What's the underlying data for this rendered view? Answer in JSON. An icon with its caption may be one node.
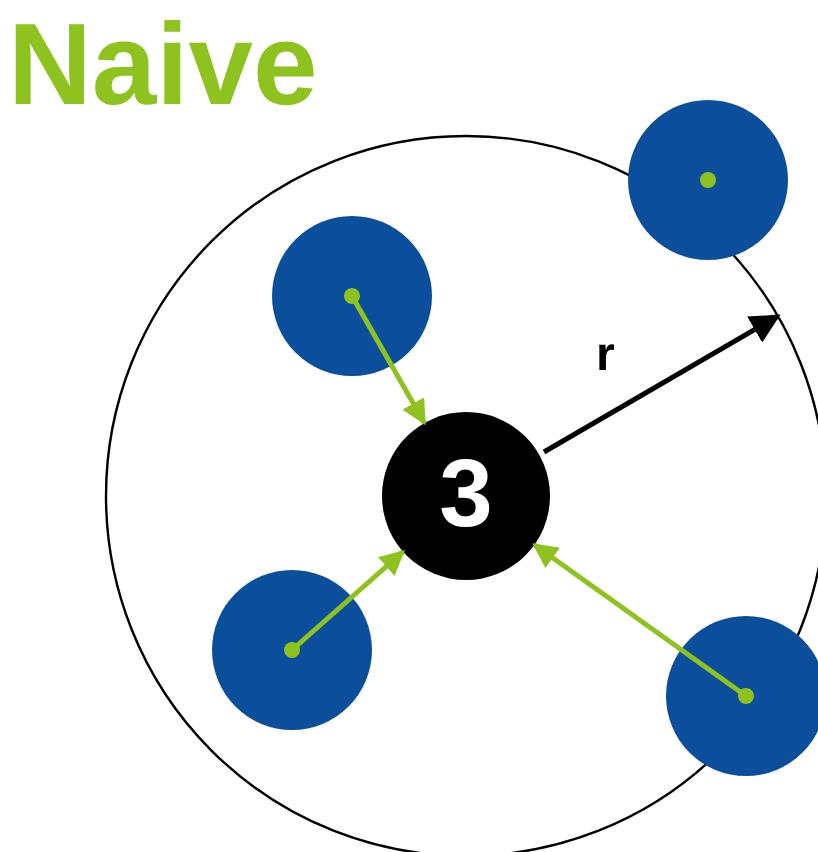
{
  "diagram": {
    "title": "Naive",
    "nodes": [
      {
        "text": [
          "3"
        ]
      },
      {
        "text": [],
        "shape": "circle"
      },
      {
        "text": [],
        "shape": "circle"
      },
      {
        "text": [],
        "shape": "circle"
      },
      {
        "text": [],
        "shape": "circle"
      }
    ],
    "edges": [
      {
        "from": 2,
        "to": 0,
        "arrow": "to"
      },
      {
        "from": 3,
        "to": 0,
        "arrow": "to"
      },
      {
        "from": 4,
        "to": 0,
        "arrow": "to"
      }
    ],
    "labels": [
      "r"
    ]
  }
}
